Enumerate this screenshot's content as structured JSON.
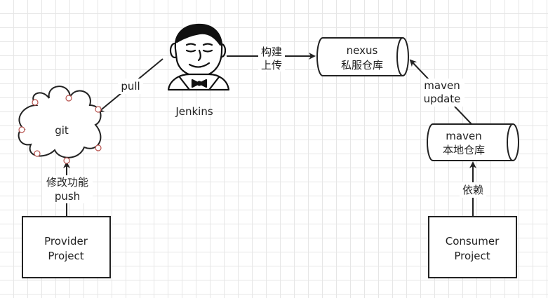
{
  "nodes": {
    "jenkins": {
      "label": "Jenkins",
      "icon": "jenkins-butler-icon"
    },
    "git": {
      "label": "git",
      "icon": "cloud-icon"
    },
    "nexus": {
      "line1": "nexus",
      "line2": "私服仓库"
    },
    "maven_local": {
      "line1": "maven",
      "line2": "本地仓库"
    },
    "provider": {
      "line1": "Provider",
      "line2": "Project"
    },
    "consumer": {
      "line1": "Consumer",
      "line2": "Project"
    }
  },
  "edges": {
    "pull": {
      "label": "pull"
    },
    "build_upload": {
      "line1": "构建",
      "line2": "上传"
    },
    "maven_update": {
      "line1": "maven",
      "line2": "update"
    },
    "modify_push": {
      "line1": "修改功能",
      "line2": "push"
    },
    "depend": {
      "label": "依赖"
    }
  },
  "colors": {
    "stroke": "#222222",
    "handle_dot": "#b85450",
    "grid": "#e6e6e6"
  }
}
